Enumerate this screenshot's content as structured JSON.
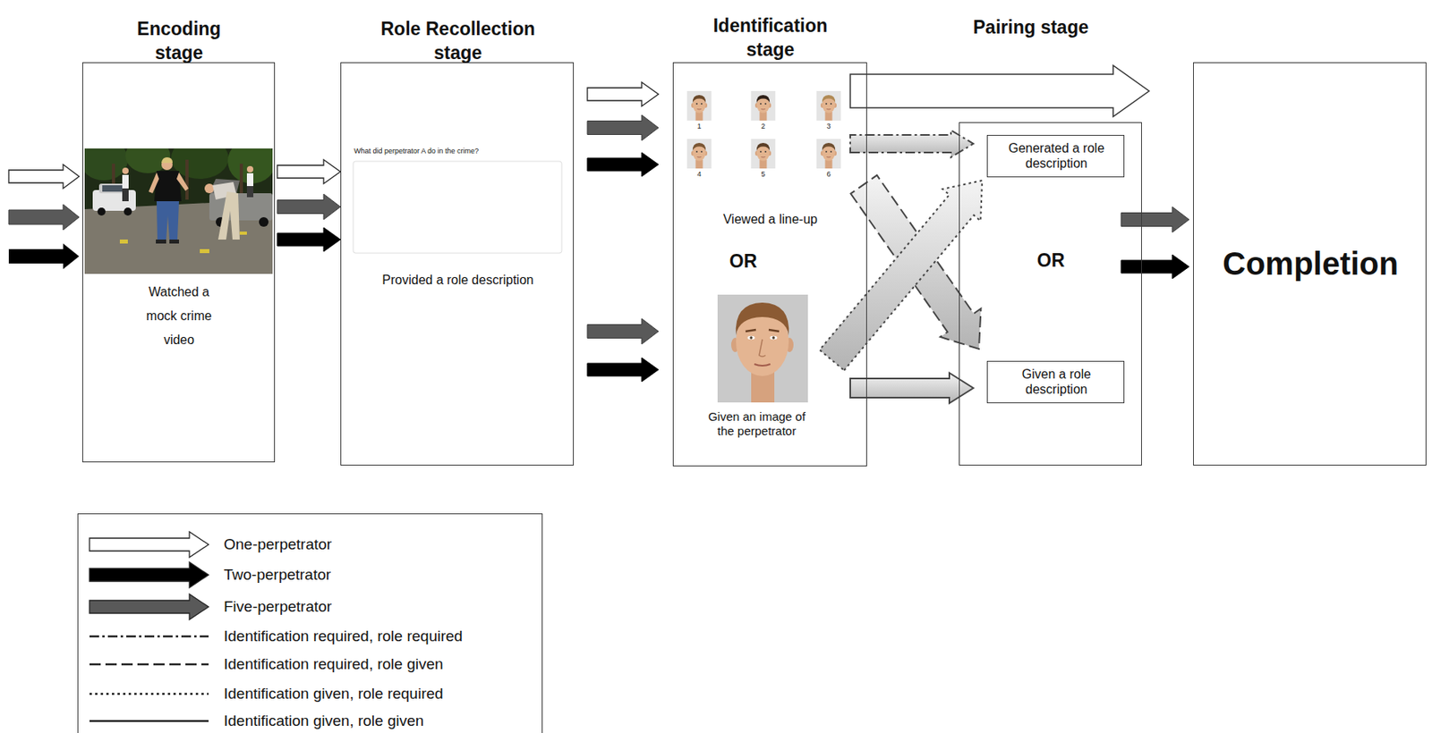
{
  "diagram": {
    "nodes": [
      {
        "text": [
          "Encoding stage",
          "Watched a mock crime video"
        ]
      },
      {
        "text": [
          "Role Recollection stage",
          "What did perpetrator A do in the crime?",
          "Provided a role description"
        ]
      },
      {
        "text": [
          "Identification stage",
          "OR"
        ]
      },
      {
        "text": [
          "Viewed a line-up"
        ],
        "in": 2
      },
      {
        "text": [
          "Given an image of the perpetrator"
        ],
        "in": 2
      },
      {
        "text": [
          "Pairing stage",
          "OR"
        ]
      },
      {
        "text": [
          "Generated a role description"
        ],
        "in": 5
      },
      {
        "text": [
          "Given a role description"
        ],
        "in": 5
      },
      {
        "text": [
          "Completion"
        ]
      }
    ],
    "edges": [
      {
        "from": 0,
        "to": 1,
        "arrow": "to"
      },
      {
        "from": 0,
        "to": 1,
        "arrow": "to"
      },
      {
        "from": 0,
        "to": 1,
        "arrow": "to"
      },
      {
        "from": 1,
        "to": 3,
        "arrow": "to"
      },
      {
        "from": 1,
        "to": 3,
        "arrow": "to"
      },
      {
        "from": 1,
        "to": 3,
        "arrow": "to"
      },
      {
        "from": 1,
        "to": 4,
        "arrow": "to"
      },
      {
        "from": 1,
        "to": 4,
        "arrow": "to"
      },
      {
        "from": 3,
        "to": 8,
        "arrow": "to"
      },
      {
        "from": 3,
        "to": 6,
        "arrow": "to"
      },
      {
        "from": 3,
        "to": 7,
        "arrow": "to"
      },
      {
        "from": 4,
        "to": 6,
        "arrow": "to"
      },
      {
        "from": 4,
        "to": 7,
        "arrow": "to"
      },
      {
        "from": 5,
        "to": 8,
        "arrow": "to"
      },
      {
        "from": 5,
        "to": 8,
        "arrow": "to"
      }
    ],
    "labels": [
      "1",
      "2",
      "3",
      "4",
      "5",
      "6"
    ],
    "legend": [
      {
        "text": "One-perpetrator",
        "color": "#ffffff"
      },
      {
        "text": "Two-perpetrator",
        "color": "#000000"
      },
      {
        "text": "Five-perpetrator",
        "color": "#595959"
      },
      {
        "text": "Identification required, role required"
      },
      {
        "text": "Identification required, role given"
      },
      {
        "text": "Identification given, role required"
      },
      {
        "text": "Identification given, role given"
      }
    ]
  }
}
